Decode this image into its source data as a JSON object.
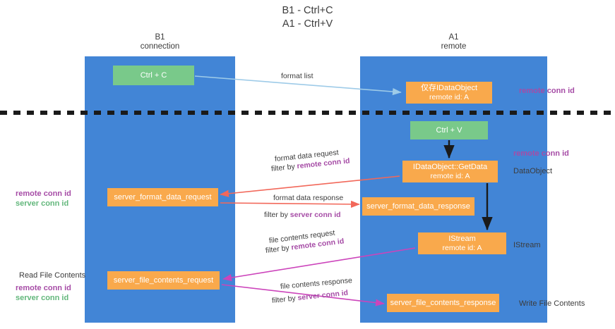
{
  "title": "B1 - Ctrl+C\nA1 - Ctrl+V",
  "lanes": {
    "left": {
      "name": "B1",
      "subtitle": "connection",
      "title": "B1\nconnection"
    },
    "right": {
      "name": "A1",
      "subtitle": "remote",
      "title": "A1\nremote"
    }
  },
  "nodes": {
    "ctrl_c": {
      "label": "Ctrl + C",
      "color": "#79c98a"
    },
    "idataobject_reg": {
      "label": "仅存IDataObject",
      "sub": "remote id: A",
      "color": "#f9a94c"
    },
    "ctrl_v": {
      "label": "Ctrl + V",
      "color": "#79c98a"
    },
    "getdata": {
      "label": "IDataObject::GetData",
      "sub": "remote id: A",
      "color": "#f9a94c"
    },
    "server_format_data_request": {
      "label": "server_format_data_request",
      "color": "#f9a94c"
    },
    "server_format_data_response": {
      "label": "server_format_data_response",
      "color": "#f9a94c"
    },
    "istream": {
      "label": "IStream",
      "sub": "remote id: A",
      "color": "#f9a94c"
    },
    "server_file_contents_request": {
      "label": "server_file_contents_request",
      "color": "#f9a94c"
    },
    "server_file_contents_response": {
      "label": "server_file_contents_response",
      "color": "#f9a94c"
    }
  },
  "edge_labels": {
    "format_list": "format list",
    "format_data_request": "format data request",
    "format_data_request_filter_prefix": "filter by ",
    "format_data_request_filter_key": "remote conn id",
    "format_data_response": "format data response",
    "format_data_response_filter_prefix": "filter by ",
    "format_data_response_filter_key": "server conn id",
    "file_contents_request": "file contents request",
    "file_contents_request_filter_prefix": "filter by ",
    "file_contents_request_filter_key": "remote conn id",
    "file_contents_response": "file contents response",
    "file_contents_response_filter_prefix": "filter by ",
    "file_contents_response_filter_key": "server conn id"
  },
  "annotations": {
    "right_remote_conn_id_top": "remote conn id",
    "right_remote_conn_id_mid": "remote conn id",
    "right_dataobject": "DataObject",
    "right_istream": "IStream",
    "right_write_file_contents": "Write File Contents",
    "left_remote_conn_id_1": "remote conn id",
    "left_server_conn_id_1": "server conn id",
    "left_read_file_contents": "Read File Contents",
    "left_remote_conn_id_2": "remote conn id",
    "left_server_conn_id_2": "server conn id"
  },
  "colors": {
    "lane": "#4285d6",
    "orange": "#f9a94c",
    "green": "#79c98a",
    "purple": "#a64ca6",
    "green_text": "#63b77c",
    "arrow_blue": "#9ecbe8",
    "arrow_red": "#f2685a",
    "arrow_magenta": "#cc44bb",
    "arrow_black": "#1a1a1a",
    "divider": "#1a1a1a"
  }
}
